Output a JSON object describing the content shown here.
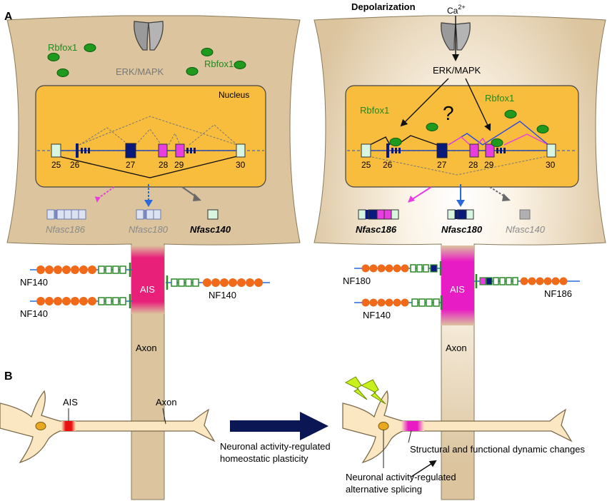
{
  "panel_a": {
    "label": "A",
    "left": {
      "rbfox_a": "Rbfox1",
      "rbfox_b": "Rbfox1",
      "erk": "ERK/MAPK",
      "nucleus": "Nucleus",
      "exons": [
        "25",
        "26",
        "27",
        "28",
        "29",
        "30"
      ],
      "isoforms": [
        "Nfasc186",
        "Nfasc180",
        "Nfasc140"
      ],
      "proteins": [
        "NF140",
        "NF140",
        "NF140"
      ],
      "ais": "AIS",
      "axon": "Axon"
    },
    "right": {
      "depolarization": "Depolarization",
      "ca": "Ca",
      "ca_sup": "2+",
      "erk": "ERK/MAPK",
      "rbfox_a": "Rbfox1",
      "rbfox_b": "Rbfox1",
      "question": "?",
      "exons": [
        "25",
        "26",
        "27",
        "28",
        "29",
        "30"
      ],
      "isoforms": [
        "Nfasc186",
        "Nfasc180",
        "Nfasc140"
      ],
      "proteins": [
        "NF180",
        "NF186",
        "NF140"
      ],
      "ais": "AIS",
      "axon": "Axon"
    }
  },
  "panel_b": {
    "label": "B",
    "ais": "AIS",
    "axon": "Axon",
    "arrow_label_1": "Neuronal activity-regulated",
    "arrow_label_2": "homeostatic plasticity",
    "changes": "Structural and functional dynamic changes",
    "splicing_1": "Neuronal activity-regulated",
    "splicing_2": "alternative splicing"
  },
  "colors": {
    "cell_body": "#dbc49e",
    "nucleus": "#f9bd3e",
    "rbfox": "#1f9a1f",
    "ais_left": "#e8207a",
    "ais_right": "#e81cc4",
    "exon_dark": "#0a1a7a",
    "exon_magenta": "#e83ee0",
    "exon_pale": "#d8f5df",
    "bead": "#f06a1a",
    "fn_box": "#2a8a2a",
    "neuron_b": "#fbe7c2",
    "big_arrow": "#0b1654"
  }
}
